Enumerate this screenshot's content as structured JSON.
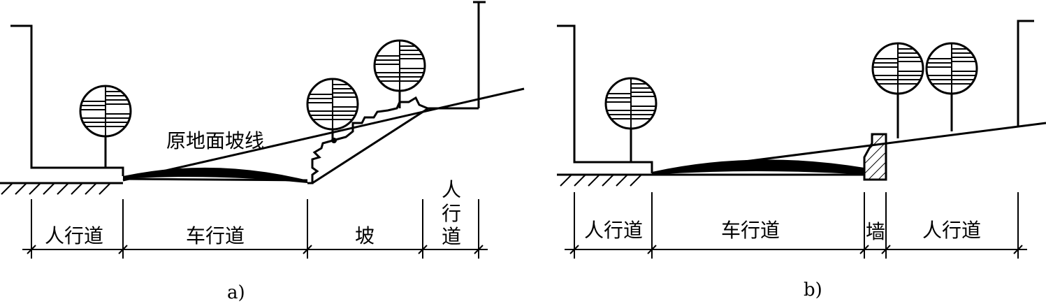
{
  "diagram_a": {
    "caption": "a)",
    "slope_line_label": "原地面坡线",
    "zones": [
      "人行道",
      "车行道",
      "坡",
      "人行道"
    ]
  },
  "diagram_b": {
    "caption": "b)",
    "zones": [
      "人行道",
      "车行道",
      "墙",
      "人行道"
    ]
  }
}
